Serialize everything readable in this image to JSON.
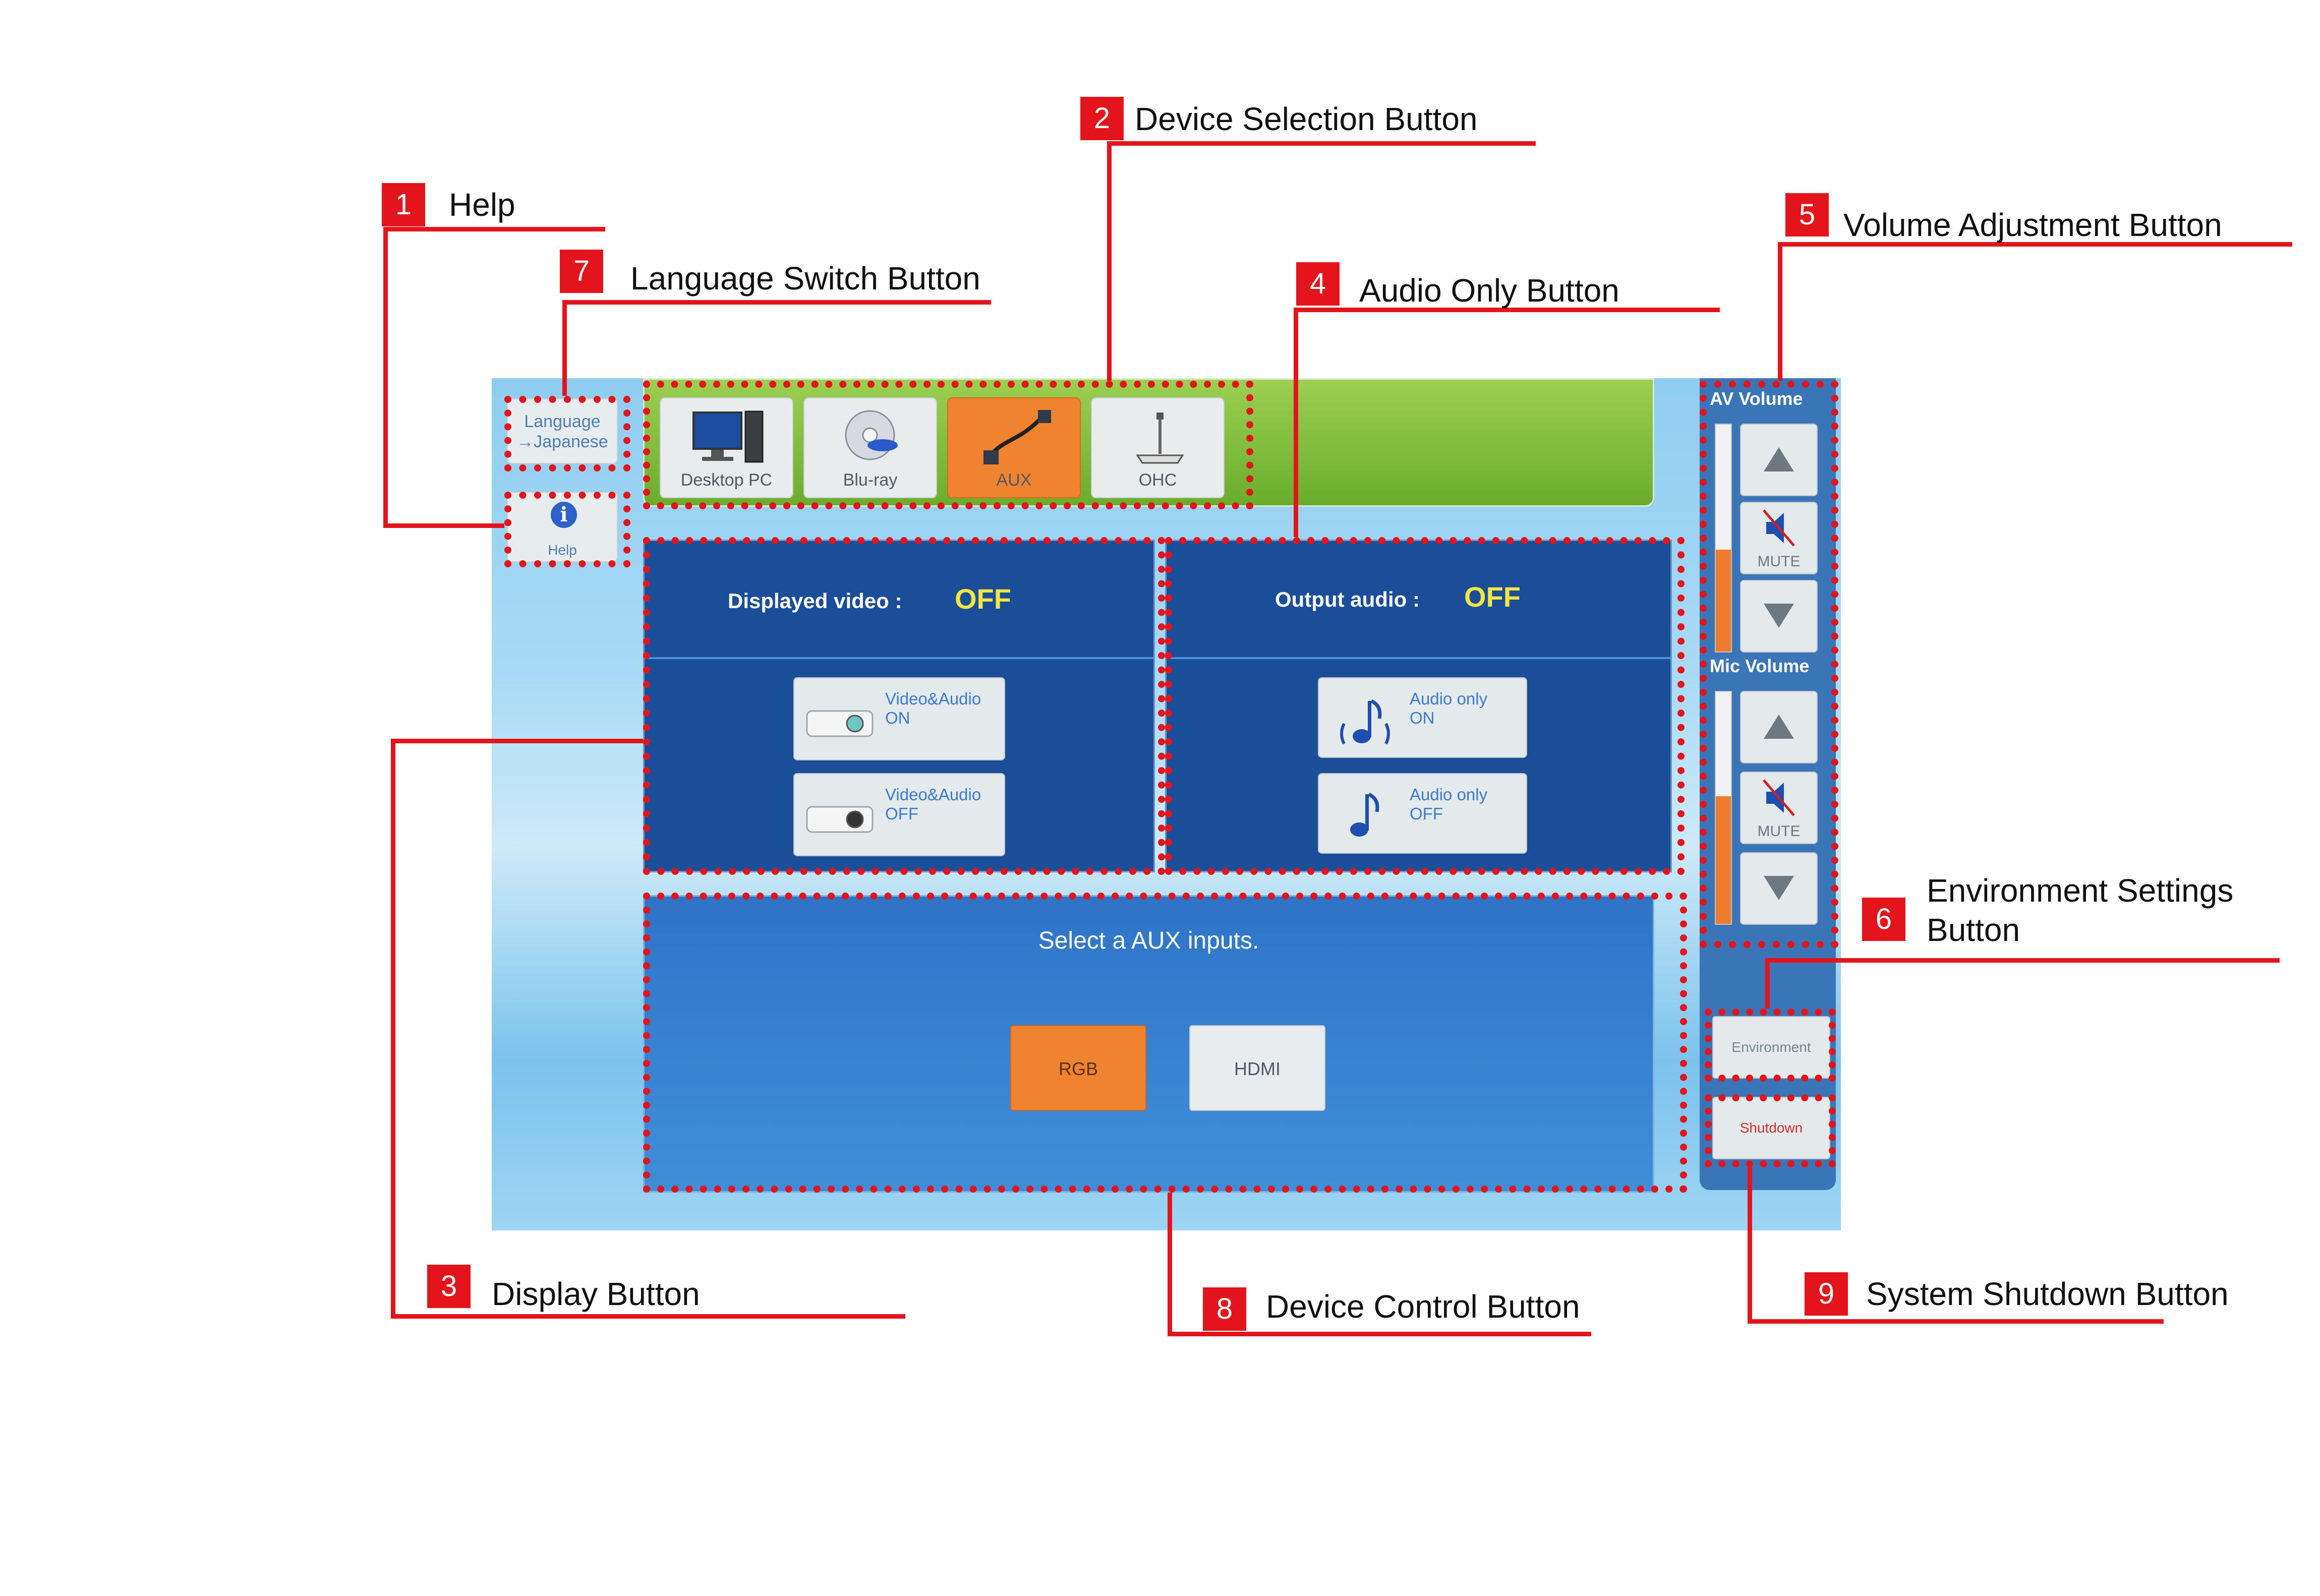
{
  "callouts": [
    {
      "num": "1",
      "label": "Help"
    },
    {
      "num": "2",
      "label": "Device Selection Button"
    },
    {
      "num": "3",
      "label": "Display Button"
    },
    {
      "num": "4",
      "label": "Audio Only Button"
    },
    {
      "num": "5",
      "label": "Volume Adjustment Button"
    },
    {
      "num": "6",
      "label_line1": "Environment Settings",
      "label_line2": "Button"
    },
    {
      "num": "7",
      "label": "Language Switch Button"
    },
    {
      "num": "8",
      "label": "Device Control Button"
    },
    {
      "num": "9",
      "label": "System Shutdown Button"
    }
  ],
  "screen": {
    "language_btn": {
      "line1": "Language",
      "line2": "→Japanese"
    },
    "help_btn": {
      "label": "Help",
      "icon": "info-icon"
    },
    "devices": [
      {
        "label": "Desktop PC",
        "icon": "desktop-pc-icon",
        "active": false
      },
      {
        "label": "Blu-ray",
        "icon": "bluray-disc-icon",
        "active": false
      },
      {
        "label": "AUX",
        "icon": "aux-cable-icon",
        "active": true
      },
      {
        "label": "OHC",
        "icon": "document-camera-icon",
        "active": false
      }
    ],
    "video_panel": {
      "title": "Displayed video :",
      "value": "OFF",
      "btn_on": {
        "line1": "Video&Audio",
        "line2": "ON",
        "icon": "projector-icon"
      },
      "btn_off": {
        "line1": "Video&Audio",
        "line2": "OFF",
        "icon": "projector-icon"
      }
    },
    "audio_panel": {
      "title": "Output audio :",
      "value": "OFF",
      "btn_on": {
        "line1": "Audio only",
        "line2": "ON",
        "icon": "music-note-sound-icon"
      },
      "btn_off": {
        "line1": "Audio only",
        "line2": "OFF",
        "icon": "music-note-icon"
      }
    },
    "control_panel": {
      "title": "Select a AUX inputs.",
      "options": [
        "RGB",
        "HDMI"
      ],
      "selected": "RGB"
    },
    "side": {
      "av_volume": {
        "label": "AV Volume",
        "mute": "MUTE",
        "level": 0.45
      },
      "mic_volume": {
        "label": "Mic Volume",
        "mute": "MUTE",
        "level": 0.55
      },
      "environment": "Environment",
      "shutdown": "Shutdown"
    }
  },
  "colors": {
    "accent": "#e3141b",
    "active": "#f0832f",
    "panel": "#1b4e98",
    "value": "#f3e642"
  }
}
